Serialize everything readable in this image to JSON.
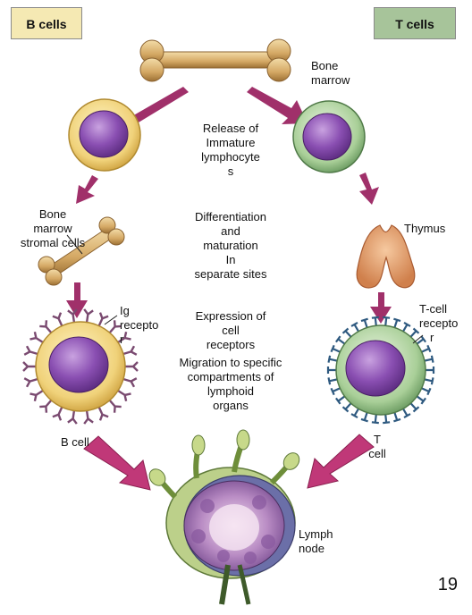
{
  "headers": {
    "b_cells": "B cells",
    "t_cells": "T cells"
  },
  "labels": {
    "bone_marrow_line1": "Bone",
    "bone_marrow_line2": "marrow",
    "stromal_line1": "Bone",
    "stromal_line2": "marrow",
    "stromal_line3": "stromal cells",
    "thymus": "Thymus",
    "ig_line1": "Ig",
    "ig_line2": "recepto",
    "ig_line3": "r",
    "tcr_line1": "T-cell",
    "tcr_line2": "recepto",
    "tcr_line3": "r",
    "b_cell": "B cell",
    "t_cell_line1": "T",
    "t_cell_line2": "cell",
    "lymph_line1": "Lymph",
    "lymph_line2": "node"
  },
  "stages": {
    "release": [
      "Release of",
      "Immature",
      "lymphocyte",
      "s"
    ],
    "differentiation": [
      "Differentiation",
      "and",
      "maturation",
      "In",
      "separate sites"
    ],
    "expression": [
      "Expression of",
      "cell",
      "receptors"
    ],
    "migration": [
      "Migration to specific",
      "compartments of",
      "lymphoid",
      "organs"
    ]
  },
  "page_number": "19",
  "colors": {
    "b_header": "#f5e9b3",
    "t_header": "#a7c49a",
    "arrow": "#a0306a",
    "arrow_big": "#c03878",
    "b_cell_ring": "#e6c25a",
    "t_cell_ring": "#8fbf84",
    "nucleus": "#7b3ea0",
    "bone": "#c9a060",
    "thymus": "#e3a070",
    "receptor_b": "#7a4a70",
    "receptor_t": "#2f5a80"
  }
}
